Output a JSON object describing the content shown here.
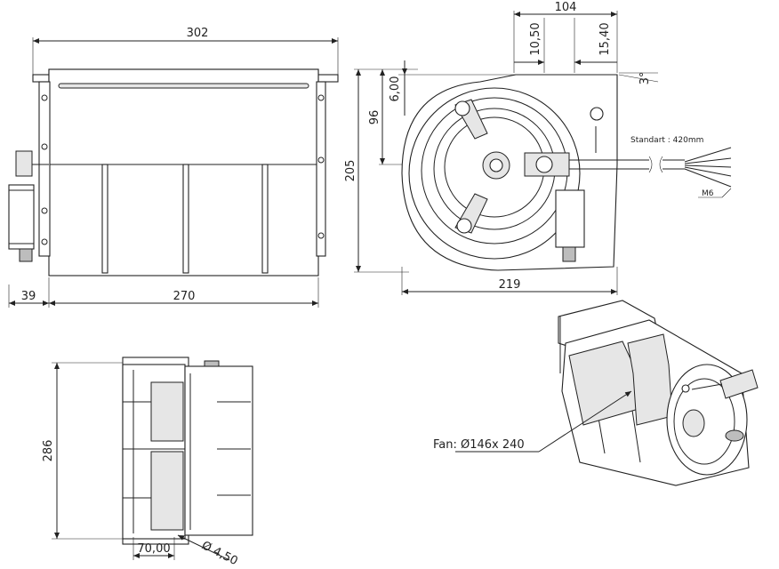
{
  "dimensions": {
    "side_width": "302",
    "side_length": "270",
    "side_offset": "39",
    "front_width": "104",
    "front_offset_a": "10,50",
    "front_offset_b": "15,40",
    "front_height": "205",
    "front_height_inner": "96",
    "front_top": "6,00",
    "front_angle": "3°",
    "front_base": "219",
    "bottom_height": "286",
    "bottom_width": "70,00",
    "bottom_hole": "Ø 4,50"
  },
  "labels": {
    "cable": "Standart : 420mm",
    "screw": "M6",
    "fan": "Fan: Ø146x 240"
  },
  "colors": {
    "line": "#222222",
    "shade": "#e6e6e6",
    "dark_shade": "#bdbdbd"
  }
}
